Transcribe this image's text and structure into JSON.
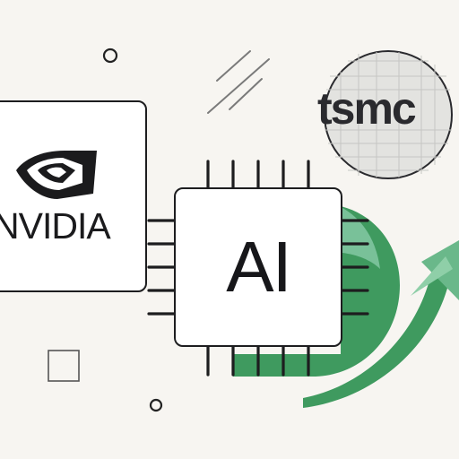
{
  "logos": {
    "nvidia_wordmark": "NVIDIA",
    "tsmc_wordmark": "tsmc"
  },
  "chip": {
    "label": "AI"
  },
  "colors": {
    "background": "#f7f5f1",
    "ink": "#1d1d1f",
    "accent_green": "#3f9a5f",
    "accent_green_light": "#7cc39a",
    "tsmc_circle": "#e4e4e2"
  },
  "icons": [
    "nvidia-eye-icon",
    "upward-arrow-icon",
    "ai-chip-icon"
  ]
}
